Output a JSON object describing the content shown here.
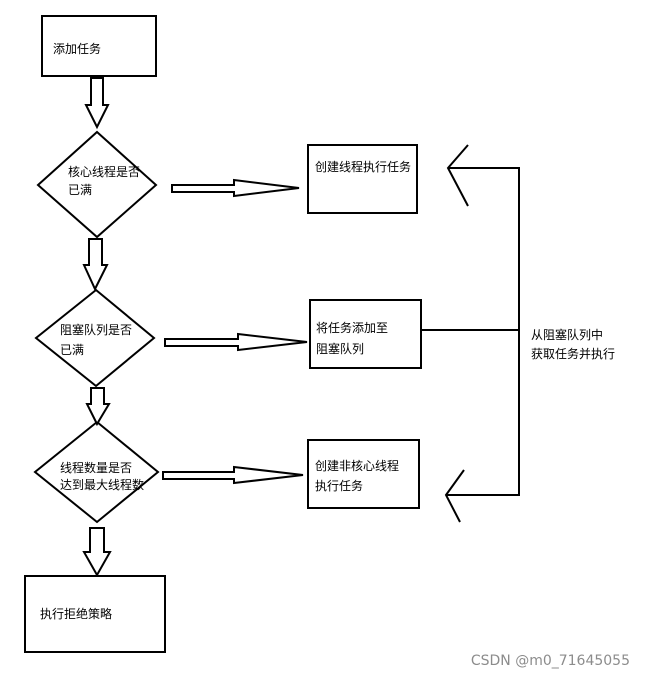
{
  "nodes": {
    "add_task": "添加任务",
    "core_full_l1": "核心线程是否",
    "core_full_l2": "已满",
    "queue_full_l1": "阻塞队列是否",
    "queue_full_l2": "已满",
    "max_reached_l1": "线程数量是否",
    "max_reached_l2": "达到最大线程数",
    "reject": "执行拒绝策略",
    "create_core": "创建线程执行任务",
    "add_queue_l1": "将任务添加至",
    "add_queue_l2": "阻塞队列",
    "create_noncore_l1": "创建非核心线程",
    "create_noncore_l2": "执行任务"
  },
  "annotation": {
    "line1": "从阻塞队列中",
    "line2": "获取任务并执行"
  },
  "watermark": "CSDN @m0_71645055"
}
